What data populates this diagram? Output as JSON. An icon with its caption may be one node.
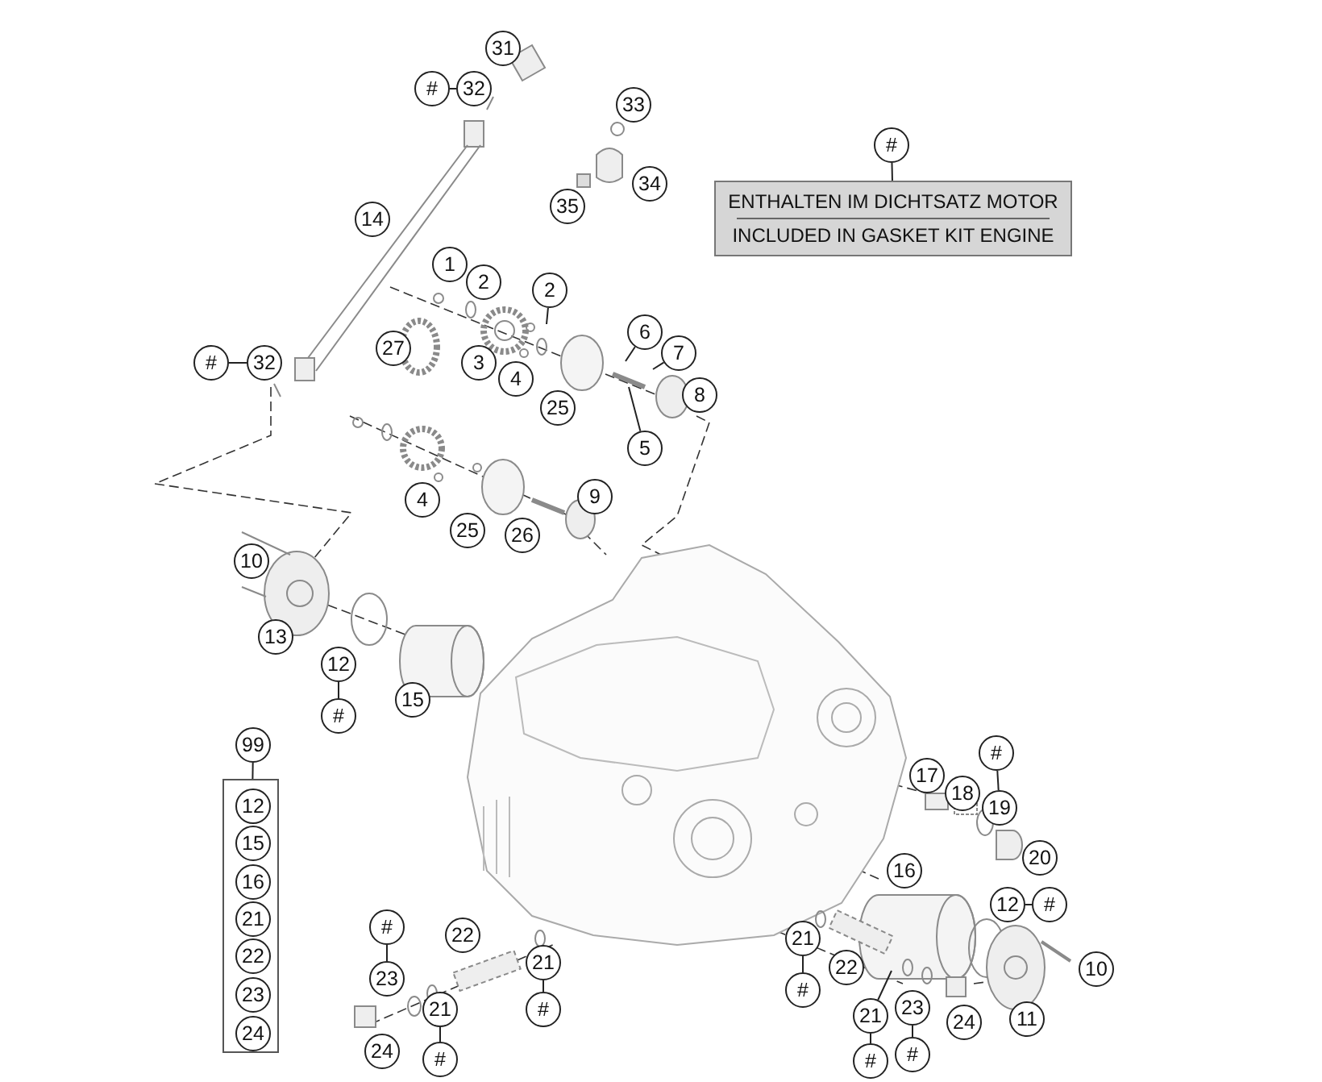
{
  "diagram": {
    "nodes": [
      {
        "text": [
          "31"
        ]
      },
      {
        "text": [
          "#"
        ]
      },
      {
        "text": [
          "32"
        ]
      },
      {
        "text": [
          "33"
        ]
      },
      {
        "text": [
          "#"
        ]
      },
      {
        "text": [
          "ENTHALTEN IM DICHTSATZ MOTOR",
          "INCLUDED IN GASKET KIT ENGINE"
        ]
      },
      {
        "text": [
          "34"
        ]
      },
      {
        "text": [
          "35"
        ]
      },
      {
        "text": [
          "14"
        ]
      },
      {
        "text": [
          "1"
        ]
      },
      {
        "text": [
          "2"
        ]
      },
      {
        "text": [
          "2"
        ]
      },
      {
        "text": [
          "27"
        ]
      },
      {
        "text": [
          "3"
        ]
      },
      {
        "text": [
          "4"
        ]
      },
      {
        "text": [
          "6"
        ]
      },
      {
        "text": [
          "7"
        ]
      },
      {
        "text": [
          "#"
        ]
      },
      {
        "text": [
          "32"
        ]
      },
      {
        "text": [
          "8"
        ]
      },
      {
        "text": [
          "25"
        ]
      },
      {
        "text": [
          "5"
        ]
      },
      {
        "text": [
          "9"
        ]
      },
      {
        "text": [
          "4"
        ]
      },
      {
        "text": [
          "25"
        ]
      },
      {
        "text": [
          "26"
        ]
      },
      {
        "text": [
          "10"
        ]
      },
      {
        "text": [
          "13"
        ]
      },
      {
        "text": [
          "12"
        ]
      },
      {
        "text": [
          "#"
        ]
      },
      {
        "text": [
          "15"
        ]
      },
      {
        "text": [
          "99"
        ]
      },
      {
        "text": [],
        "shape": "box"
      },
      {
        "text": [
          "12"
        ],
        "in": 32
      },
      {
        "text": [
          "15"
        ],
        "in": 32
      },
      {
        "text": [
          "16"
        ],
        "in": 32
      },
      {
        "text": [
          "21"
        ],
        "in": 32
      },
      {
        "text": [
          "22"
        ],
        "in": 32
      },
      {
        "text": [
          "23"
        ],
        "in": 32
      },
      {
        "text": [
          "24"
        ],
        "in": 32
      },
      {
        "text": [
          "17"
        ]
      },
      {
        "text": [
          "#"
        ]
      },
      {
        "text": [
          "18"
        ]
      },
      {
        "text": [
          "19"
        ]
      },
      {
        "text": [
          "20"
        ]
      },
      {
        "text": [
          "16"
        ]
      },
      {
        "text": [
          "12"
        ]
      },
      {
        "text": [
          "#"
        ]
      },
      {
        "text": [
          "#"
        ]
      },
      {
        "text": [
          "22"
        ]
      },
      {
        "text": [
          "23"
        ]
      },
      {
        "text": [
          "21"
        ]
      },
      {
        "text": [
          "10"
        ]
      },
      {
        "text": [
          "21"
        ]
      },
      {
        "text": [
          "22"
        ]
      },
      {
        "text": [
          "24"
        ]
      },
      {
        "text": [
          "21"
        ]
      },
      {
        "text": [
          "#"
        ]
      },
      {
        "text": [
          "#"
        ]
      },
      {
        "text": [
          "21"
        ]
      },
      {
        "text": [
          "23"
        ]
      },
      {
        "text": [
          "24"
        ]
      },
      {
        "text": [
          "11"
        ]
      },
      {
        "text": [
          "#"
        ]
      },
      {
        "text": [
          "#"
        ]
      },
      {
        "text": [
          "#"
        ]
      }
    ],
    "edges": [
      {
        "from": 1,
        "to": 2,
        "arrow": "none"
      },
      {
        "from": 4,
        "to": 5,
        "arrow": "none"
      },
      {
        "from": 17,
        "to": 18,
        "arrow": "none"
      },
      {
        "from": 28,
        "to": 29,
        "arrow": "none"
      },
      {
        "from": 31,
        "to": 32,
        "arrow": "none"
      },
      {
        "from": 41,
        "to": 43,
        "arrow": "none"
      },
      {
        "from": 46,
        "to": 47,
        "arrow": "none"
      },
      {
        "from": 48,
        "to": 50,
        "arrow": "none"
      },
      {
        "from": 51,
        "to": 57,
        "arrow": "none"
      },
      {
        "from": 53,
        "to": 58,
        "arrow": "none"
      },
      {
        "from": 56,
        "to": 63,
        "arrow": "none"
      },
      {
        "from": 59,
        "to": 64,
        "arrow": "none"
      },
      {
        "from": 60,
        "to": 65,
        "arrow": "none"
      },
      {
        "from": 11,
        "to": null,
        "arrow": "none"
      },
      {
        "from": 15,
        "to": null,
        "arrow": "none"
      },
      {
        "from": 16,
        "to": null,
        "arrow": "none"
      },
      {
        "from": 21,
        "to": null,
        "arrow": "none"
      },
      {
        "from": 59,
        "to": null,
        "arrow": "none"
      }
    ]
  }
}
